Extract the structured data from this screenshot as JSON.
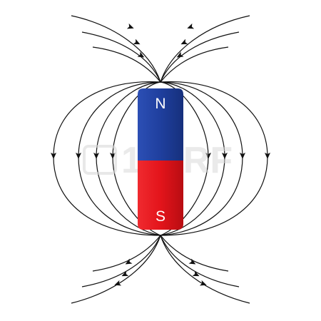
{
  "magnet": {
    "north_label": "N",
    "south_label": "S",
    "north_color": "#1f3f9e",
    "south_color": "#e3141b"
  },
  "watermark": {
    "text": "123RF",
    "color": "#cccccc"
  },
  "field_line_color": "#111111",
  "arrow_icon": "field-direction-arrow-icon"
}
